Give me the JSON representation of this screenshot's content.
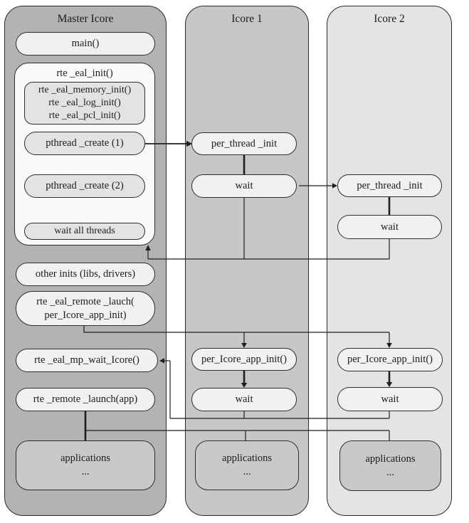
{
  "colors": {
    "master_column_bg": "#b3b3b3",
    "icore1_column_bg": "#c7c7c7",
    "icore2_column_bg": "#e4e4e4",
    "light_box_bg": "#f1f1f1",
    "inner_box_bg": "#e3e3e3",
    "eal_container_bg": "#fafafa",
    "applications_box_bg": "#c9c9c9",
    "line_color": "#1f1f1f"
  },
  "master": {
    "title": "Master Icore",
    "main": "main()",
    "rte_eal_init": "rte _eal_init()",
    "eal_sub_lines": [
      "rte _eal_memory_init()",
      "rte _eal_log_init()",
      "rte _eal_pcl_init()"
    ],
    "pthread_create_1": "pthread _create (1)",
    "pthread_create_2": "pthread _create (2)",
    "wait_all_threads": "wait all threads",
    "other_inits": "other inits (libs, drivers)",
    "remote_lauch_lines": [
      "rte _eal_remote _lauch(",
      "per_Icore_app_init)"
    ],
    "mp_wait": "rte _eal_mp_wait_Icore()",
    "remote_launch_app": "rte _remote _launch(app)",
    "applications": "applications",
    "applications_more": "..."
  },
  "icore1": {
    "title": "Icore 1",
    "per_thread_init": "per_thread _init",
    "wait_thread": "wait",
    "per_icore_app_init": "per_Icore_app_init()",
    "wait_app": "wait",
    "applications": "applications",
    "applications_more": "..."
  },
  "icore2": {
    "title": "Icore 2",
    "per_thread_init": "per_thread _init",
    "wait_thread": "wait",
    "per_icore_app_init": "per_Icore_app_init()",
    "wait_app": "wait",
    "applications": "applications",
    "applications_more": "..."
  }
}
